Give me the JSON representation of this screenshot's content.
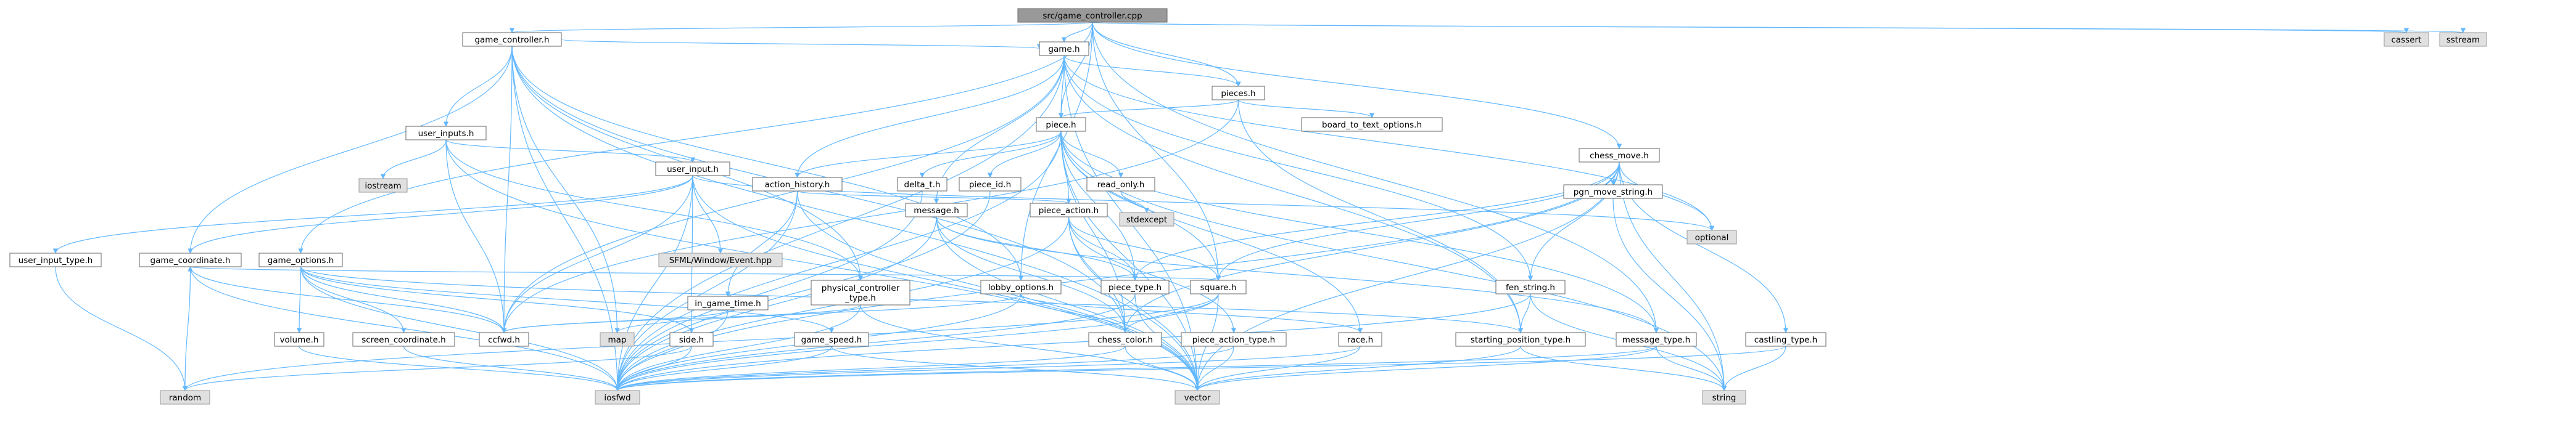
{
  "diagram": {
    "type": "include-dependency-graph",
    "colors": {
      "root_fill": "#999999",
      "local_fill": "#ffffff",
      "system_fill": "#e0e0e0",
      "edge": "#63b8ff",
      "border": "#666666"
    },
    "nodes": [
      {
        "id": "root",
        "label": "src/game_controller.cpp",
        "kind": "root"
      },
      {
        "id": "game_controller_h",
        "label": "game_controller.h",
        "kind": "local"
      },
      {
        "id": "game_h",
        "label": "game.h",
        "kind": "local"
      },
      {
        "id": "pieces_h",
        "label": "pieces.h",
        "kind": "local"
      },
      {
        "id": "piece_h",
        "label": "piece.h",
        "kind": "local"
      },
      {
        "id": "board_to_text_options_h",
        "label": "board_to_text_options.h",
        "kind": "local"
      },
      {
        "id": "user_inputs_h",
        "label": "user_inputs.h",
        "kind": "local"
      },
      {
        "id": "chess_move_h",
        "label": "chess_move.h",
        "kind": "local"
      },
      {
        "id": "action_history_h",
        "label": "action_history.h",
        "kind": "local"
      },
      {
        "id": "delta_t_h",
        "label": "delta_t.h",
        "kind": "local"
      },
      {
        "id": "piece_id_h",
        "label": "piece_id.h",
        "kind": "local"
      },
      {
        "id": "read_only_h",
        "label": "read_only.h",
        "kind": "local"
      },
      {
        "id": "message_h",
        "label": "message.h",
        "kind": "local"
      },
      {
        "id": "piece_action_h",
        "label": "piece_action.h",
        "kind": "local"
      },
      {
        "id": "pgn_move_string_h",
        "label": "pgn_move_string.h",
        "kind": "local"
      },
      {
        "id": "user_input_h",
        "label": "user_input.h",
        "kind": "local"
      },
      {
        "id": "user_input_type_h",
        "label": "user_input_type.h",
        "kind": "local"
      },
      {
        "id": "game_coordinate_h",
        "label": "game_coordinate.h",
        "kind": "local"
      },
      {
        "id": "game_options_h",
        "label": "game_options.h",
        "kind": "local"
      },
      {
        "id": "in_game_time_h",
        "label": "in_game_time.h",
        "kind": "local"
      },
      {
        "id": "physical_controller_type_h",
        "label": "physical_controller\n_type.h",
        "kind": "local"
      },
      {
        "id": "lobby_options_h",
        "label": "lobby_options.h",
        "kind": "local"
      },
      {
        "id": "piece_type_h",
        "label": "piece_type.h",
        "kind": "local"
      },
      {
        "id": "square_h",
        "label": "square.h",
        "kind": "local"
      },
      {
        "id": "fen_string_h",
        "label": "fen_string.h",
        "kind": "local"
      },
      {
        "id": "volume_h",
        "label": "volume.h",
        "kind": "local"
      },
      {
        "id": "screen_coordinate_h",
        "label": "screen_coordinate.h",
        "kind": "local"
      },
      {
        "id": "ccfwd_h",
        "label": "ccfwd.h",
        "kind": "local"
      },
      {
        "id": "side_h",
        "label": "side.h",
        "kind": "local"
      },
      {
        "id": "game_speed_h",
        "label": "game_speed.h",
        "kind": "local"
      },
      {
        "id": "chess_color_h",
        "label": "chess_color.h",
        "kind": "local"
      },
      {
        "id": "piece_action_type_h",
        "label": "piece_action_type.h",
        "kind": "local"
      },
      {
        "id": "race_h",
        "label": "race.h",
        "kind": "local"
      },
      {
        "id": "starting_position_type_h",
        "label": "starting_position_type.h",
        "kind": "local"
      },
      {
        "id": "message_type_h",
        "label": "message_type.h",
        "kind": "local"
      },
      {
        "id": "castling_type_h",
        "label": "castling_type.h",
        "kind": "local"
      },
      {
        "id": "cassert",
        "label": "cassert",
        "kind": "system"
      },
      {
        "id": "sstream",
        "label": "sstream",
        "kind": "system"
      },
      {
        "id": "iostream",
        "label": "iostream",
        "kind": "system"
      },
      {
        "id": "sfml_event",
        "label": "SFML/Window/Event.hpp",
        "kind": "system"
      },
      {
        "id": "stdexcept",
        "label": "stdexcept",
        "kind": "system"
      },
      {
        "id": "optional",
        "label": "optional",
        "kind": "system"
      },
      {
        "id": "map",
        "label": "map",
        "kind": "system"
      },
      {
        "id": "random",
        "label": "random",
        "kind": "system"
      },
      {
        "id": "iosfwd",
        "label": "iosfwd",
        "kind": "system"
      },
      {
        "id": "vector",
        "label": "vector",
        "kind": "system"
      },
      {
        "id": "string",
        "label": "string",
        "kind": "system"
      }
    ],
    "edges": [
      [
        "root",
        "game_controller_h"
      ],
      [
        "root",
        "game_h"
      ],
      [
        "root",
        "pieces_h"
      ],
      [
        "root",
        "piece_h"
      ],
      [
        "root",
        "chess_move_h"
      ],
      [
        "root",
        "game_options_h"
      ],
      [
        "root",
        "lobby_options_h"
      ],
      [
        "root",
        "message_type_h"
      ],
      [
        "root",
        "square_h"
      ],
      [
        "root",
        "cassert"
      ],
      [
        "root",
        "sstream"
      ],
      [
        "game_controller_h",
        "game_h"
      ],
      [
        "game_controller_h",
        "user_inputs_h"
      ],
      [
        "game_controller_h",
        "game_coordinate_h"
      ],
      [
        "game_controller_h",
        "lobby_options_h"
      ],
      [
        "game_controller_h",
        "physical_controller_type_h"
      ],
      [
        "game_controller_h",
        "ccfwd_h"
      ],
      [
        "game_controller_h",
        "map"
      ],
      [
        "game_controller_h",
        "chess_color_h"
      ],
      [
        "game_controller_h",
        "iosfwd"
      ],
      [
        "game_controller_h",
        "vector"
      ],
      [
        "game_h",
        "pieces_h"
      ],
      [
        "game_h",
        "piece_h"
      ],
      [
        "game_h",
        "action_history_h"
      ],
      [
        "game_h",
        "message_h"
      ],
      [
        "game_h",
        "fen_string_h"
      ],
      [
        "game_h",
        "starting_position_type_h"
      ],
      [
        "game_h",
        "ccfwd_h"
      ],
      [
        "game_h",
        "optional"
      ],
      [
        "game_h",
        "iosfwd"
      ],
      [
        "game_h",
        "vector"
      ],
      [
        "pieces_h",
        "piece_h"
      ],
      [
        "pieces_h",
        "board_to_text_options_h"
      ],
      [
        "pieces_h",
        "starting_position_type_h"
      ],
      [
        "pieces_h",
        "ccfwd_h"
      ],
      [
        "piece_h",
        "action_history_h"
      ],
      [
        "piece_h",
        "delta_t_h"
      ],
      [
        "piece_h",
        "piece_id_h"
      ],
      [
        "piece_h",
        "read_only_h"
      ],
      [
        "piece_h",
        "piece_action_h"
      ],
      [
        "piece_h",
        "piece_type_h"
      ],
      [
        "piece_h",
        "square_h"
      ],
      [
        "piece_h",
        "chess_color_h"
      ],
      [
        "piece_h",
        "race_h"
      ],
      [
        "piece_h",
        "message_type_h"
      ],
      [
        "piece_h",
        "iosfwd"
      ],
      [
        "piece_h",
        "vector"
      ],
      [
        "piece_h",
        "string"
      ],
      [
        "chess_move_h",
        "pgn_move_string_h"
      ],
      [
        "chess_move_h",
        "piece_type_h"
      ],
      [
        "chess_move_h",
        "square_h"
      ],
      [
        "chess_move_h",
        "fen_string_h"
      ],
      [
        "chess_move_h",
        "castling_type_h"
      ],
      [
        "chess_move_h",
        "chess_color_h"
      ],
      [
        "chess_move_h",
        "optional"
      ],
      [
        "chess_move_h",
        "iosfwd"
      ],
      [
        "chess_move_h",
        "vector"
      ],
      [
        "chess_move_h",
        "string"
      ],
      [
        "action_history_h",
        "in_game_time_h"
      ],
      [
        "action_history_h",
        "piece_action_h"
      ],
      [
        "action_history_h",
        "iosfwd"
      ],
      [
        "action_history_h",
        "vector"
      ],
      [
        "delta_t_h",
        "iosfwd"
      ],
      [
        "piece_id_h",
        "iosfwd"
      ],
      [
        "read_only_h",
        "stdexcept"
      ],
      [
        "message_h",
        "piece_type_h"
      ],
      [
        "message_h",
        "chess_color_h"
      ],
      [
        "message_h",
        "message_type_h"
      ],
      [
        "message_h",
        "iosfwd"
      ],
      [
        "message_h",
        "vector"
      ],
      [
        "piece_action_h",
        "piece_type_h"
      ],
      [
        "piece_action_h",
        "piece_action_type_h"
      ],
      [
        "piece_action_h",
        "square_h"
      ],
      [
        "piece_action_h",
        "chess_color_h"
      ],
      [
        "piece_action_h",
        "iosfwd"
      ],
      [
        "piece_action_h",
        "vector"
      ],
      [
        "pgn_move_string_h",
        "string"
      ],
      [
        "user_inputs_h",
        "user_input_h"
      ],
      [
        "user_inputs_h",
        "physical_controller_type_h"
      ],
      [
        "user_inputs_h",
        "ccfwd_h"
      ],
      [
        "user_inputs_h",
        "iostream"
      ],
      [
        "user_inputs_h",
        "vector"
      ],
      [
        "user_input_h",
        "user_input_type_h"
      ],
      [
        "user_input_h",
        "game_coordinate_h"
      ],
      [
        "user_input_h",
        "side_h"
      ],
      [
        "user_input_h",
        "ccfwd_h"
      ],
      [
        "user_input_h",
        "sfml_event"
      ],
      [
        "user_input_h",
        "optional"
      ],
      [
        "user_input_h",
        "iosfwd"
      ],
      [
        "user_input_h",
        "vector"
      ],
      [
        "user_input_type_h",
        "random"
      ],
      [
        "game_coordinate_h",
        "ccfwd_h"
      ],
      [
        "game_coordinate_h",
        "random"
      ],
      [
        "game_coordinate_h",
        "iosfwd"
      ],
      [
        "game_options_h",
        "volume_h"
      ],
      [
        "game_options_h",
        "screen_coordinate_h"
      ],
      [
        "game_options_h",
        "game_speed_h"
      ],
      [
        "game_options_h",
        "starting_position_type_h"
      ],
      [
        "game_options_h",
        "side_h"
      ],
      [
        "game_options_h",
        "ccfwd_h"
      ],
      [
        "game_options_h",
        "iosfwd"
      ],
      [
        "in_game_time_h",
        "ccfwd_h"
      ],
      [
        "in_game_time_h",
        "iosfwd"
      ],
      [
        "physical_controller_type_h",
        "ccfwd_h"
      ],
      [
        "physical_controller_type_h",
        "iosfwd"
      ],
      [
        "physical_controller_type_h",
        "vector"
      ],
      [
        "lobby_options_h",
        "chess_color_h"
      ],
      [
        "lobby_options_h",
        "race_h"
      ],
      [
        "lobby_options_h",
        "map"
      ],
      [
        "lobby_options_h",
        "iosfwd"
      ],
      [
        "piece_type_h",
        "iosfwd"
      ],
      [
        "piece_type_h",
        "vector"
      ],
      [
        "square_h",
        "game_coordinate_h"
      ],
      [
        "square_h",
        "chess_color_h"
      ],
      [
        "square_h",
        "iosfwd"
      ],
      [
        "square_h",
        "vector"
      ],
      [
        "square_h",
        "random"
      ],
      [
        "fen_string_h",
        "starting_position_type_h"
      ],
      [
        "fen_string_h",
        "iosfwd"
      ],
      [
        "fen_string_h",
        "string"
      ],
      [
        "volume_h",
        "iosfwd"
      ],
      [
        "screen_coordinate_h",
        "iosfwd"
      ],
      [
        "side_h",
        "iosfwd"
      ],
      [
        "side_h",
        "random"
      ],
      [
        "game_speed_h",
        "iosfwd"
      ],
      [
        "game_speed_h",
        "vector"
      ],
      [
        "chess_color_h",
        "iosfwd"
      ],
      [
        "chess_color_h",
        "vector"
      ],
      [
        "piece_action_type_h",
        "iosfwd"
      ],
      [
        "piece_action_type_h",
        "vector"
      ],
      [
        "race_h",
        "iosfwd"
      ],
      [
        "race_h",
        "vector"
      ],
      [
        "starting_position_type_h",
        "vector"
      ],
      [
        "starting_position_type_h",
        "string"
      ],
      [
        "message_type_h",
        "iosfwd"
      ],
      [
        "message_type_h",
        "vector"
      ],
      [
        "message_type_h",
        "string"
      ],
      [
        "castling_type_h",
        "iosfwd"
      ],
      [
        "castling_type_h",
        "string"
      ]
    ]
  }
}
